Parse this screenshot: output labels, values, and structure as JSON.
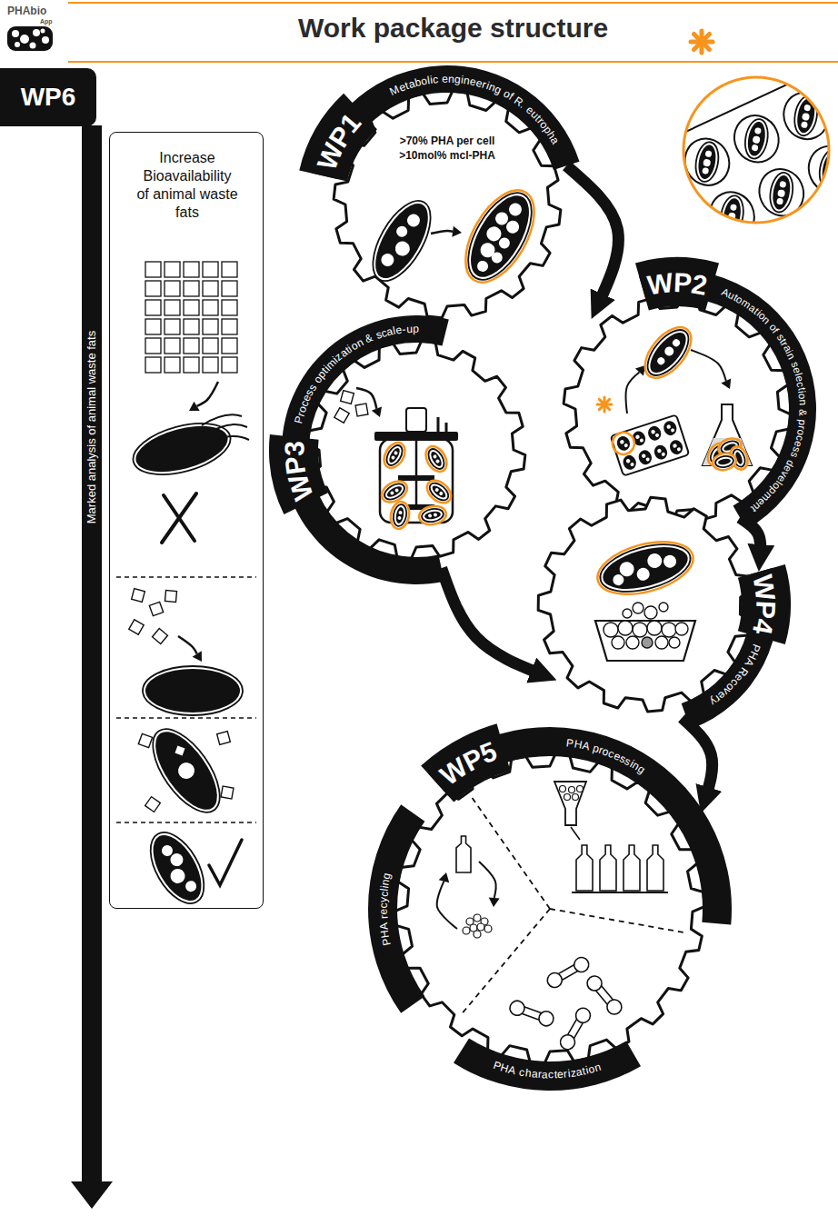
{
  "diagram": {
    "title": "Work package structure",
    "nodes": [
      {
        "text": [
          "WP6",
          "Marked analysis of animal waste fats"
        ]
      },
      {
        "text": [
          "Increase Bioavailability of animal waste fats"
        ]
      },
      {
        "text": [
          "WP1",
          "Metabolic engineering of R. eutropha",
          ">70% PHA per cell",
          ">10mol% mcl-PHA"
        ]
      },
      {
        "text": [
          "WP2",
          "Automation of strain selection & process development"
        ]
      },
      {
        "text": [
          "WP3",
          "Process optimization & scale-up"
        ]
      },
      {
        "text": [
          "WP4",
          "PHA Recovery"
        ]
      },
      {
        "text": [
          "WP5",
          "PHA processing",
          "PHA recycling",
          "PHA characterization"
        ]
      }
    ],
    "edges": [
      {
        "from": 2,
        "to": 3,
        "arrow": "to"
      },
      {
        "from": 3,
        "to": 5,
        "arrow": "to"
      },
      {
        "from": 4,
        "to": 5,
        "arrow": "to"
      },
      {
        "from": 5,
        "to": 6,
        "arrow": "to"
      }
    ],
    "labels": [
      "PHAbio",
      "App"
    ]
  }
}
